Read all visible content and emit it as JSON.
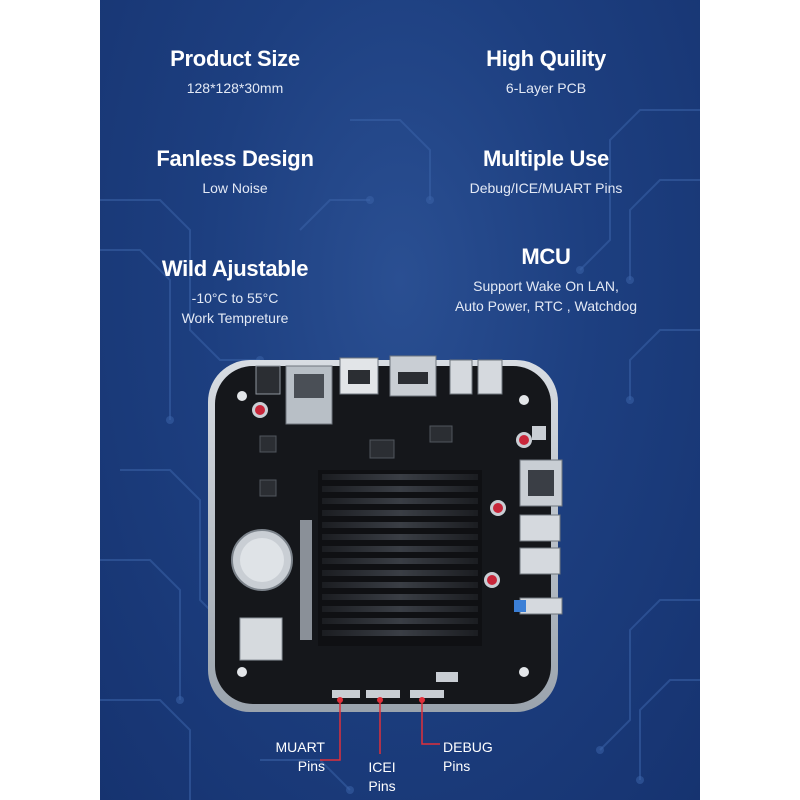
{
  "features": {
    "product_size": {
      "title": "Product Size",
      "subtitle": "128*128*30mm"
    },
    "high_quality": {
      "title": "High Quility",
      "subtitle": "6-Layer PCB"
    },
    "fanless": {
      "title": "Fanless Design",
      "subtitle": "Low Noise"
    },
    "multiple_use": {
      "title": "Multiple Use",
      "subtitle": "Debug/ICE/MUART Pins"
    },
    "adjustable": {
      "title": "Wild Ajustable",
      "line1": "-10°C to 55°C",
      "line2": "Work Tempreture"
    },
    "mcu": {
      "title": "MCU",
      "line1": "Support Wake On LAN,",
      "line2": "Auto Power, RTC , Watchdog"
    }
  },
  "callouts": {
    "muart": {
      "line1": "MUART",
      "line2": "Pins"
    },
    "icei": {
      "line1": "ICEI",
      "line2": "Pins"
    },
    "debug": {
      "line1": "DEBUG",
      "line2": "Pins"
    }
  },
  "colors": {
    "background": "#1d3f80",
    "callout_line": "#e0303a",
    "text": "#ffffff"
  }
}
